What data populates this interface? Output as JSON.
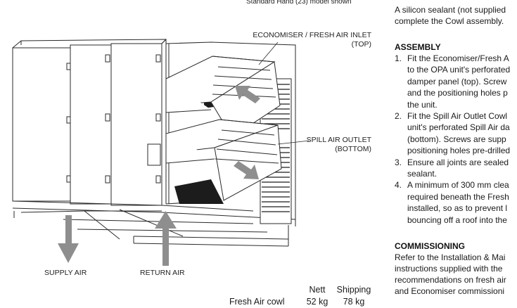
{
  "figure": {
    "model_caption": "Standard Hand (23) model shown",
    "label_economiser": [
      "ECONOMISER / FRESH AIR INLET",
      "(TOP)"
    ],
    "label_spill": [
      "SPILL AIR OUTLET",
      "(BOTTOM)"
    ],
    "label_supply": "SUPPLY AIR",
    "label_return": "RETURN AIR",
    "colors": {
      "arrow": "#8e8e8e",
      "line": "#2a2a2a",
      "dark": "#1c1c1c"
    }
  },
  "weights": {
    "headers": [
      "",
      "Nett",
      "Shipping"
    ],
    "rows": [
      {
        "item": "Fresh Air cowl",
        "nett": "52 kg",
        "shipping": "78 kg"
      }
    ]
  },
  "text": {
    "intro": [
      "A silicon sealant (not supplied",
      "complete the Cowl assembly."
    ],
    "assembly_heading": "ASSEMBLY",
    "steps": [
      {
        "num": "1.",
        "lines": [
          "Fit the Economiser/Fresh A",
          "to the OPA unit's perforated",
          "damper panel (top). Screw",
          "and the positioning holes p",
          "the unit."
        ]
      },
      {
        "num": "2.",
        "lines": [
          "Fit the Spill Air Outlet Cowl",
          "unit's perforated Spill Air da",
          "(bottom). Screws are supp",
          "positioning holes pre-drilled"
        ]
      },
      {
        "num": "3.",
        "lines": [
          "Ensure all joints are sealed",
          "sealant."
        ]
      },
      {
        "num": "4.",
        "lines": [
          "A minimum of 300 mm clea",
          "required beneath the Fresh",
          "installed, so as to prevent l",
          "bouncing off a roof into the"
        ]
      }
    ],
    "commissioning_heading": "COMMISSIONING",
    "commissioning": [
      "Refer to the Installation & Mai",
      "instructions supplied with the",
      "recommendations on fresh air",
      "and Economiser commissioni"
    ]
  }
}
